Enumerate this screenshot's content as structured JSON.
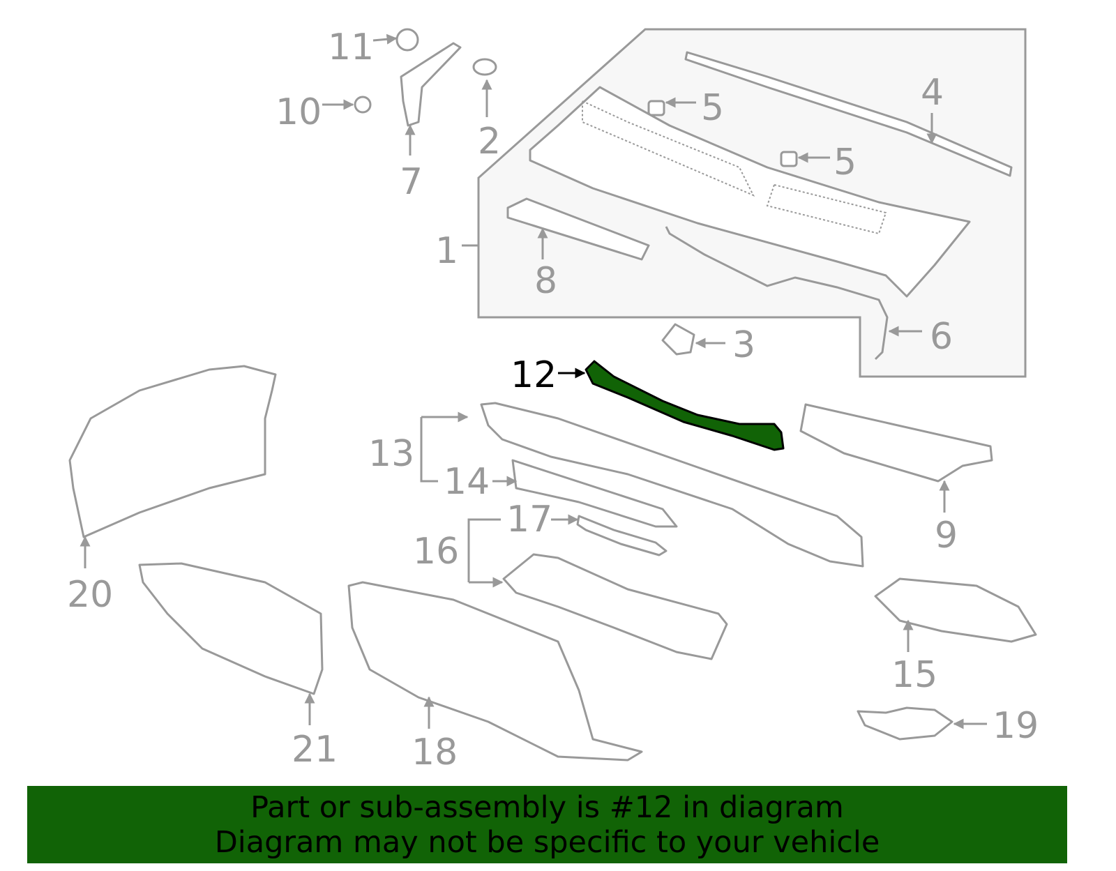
{
  "diagram": {
    "highlight_color": "#116306",
    "line_color": "#999999",
    "highlighted_part": "12",
    "labels": [
      "11",
      "10",
      "7",
      "2",
      "5",
      "5",
      "4",
      "1",
      "8",
      "3",
      "6",
      "12",
      "13",
      "14",
      "9",
      "17",
      "16",
      "20",
      "15",
      "19",
      "21",
      "18"
    ]
  },
  "banner": {
    "line1": "Part or sub-assembly is #12 in diagram",
    "line2": "Diagram may not be specific to your vehicle"
  }
}
